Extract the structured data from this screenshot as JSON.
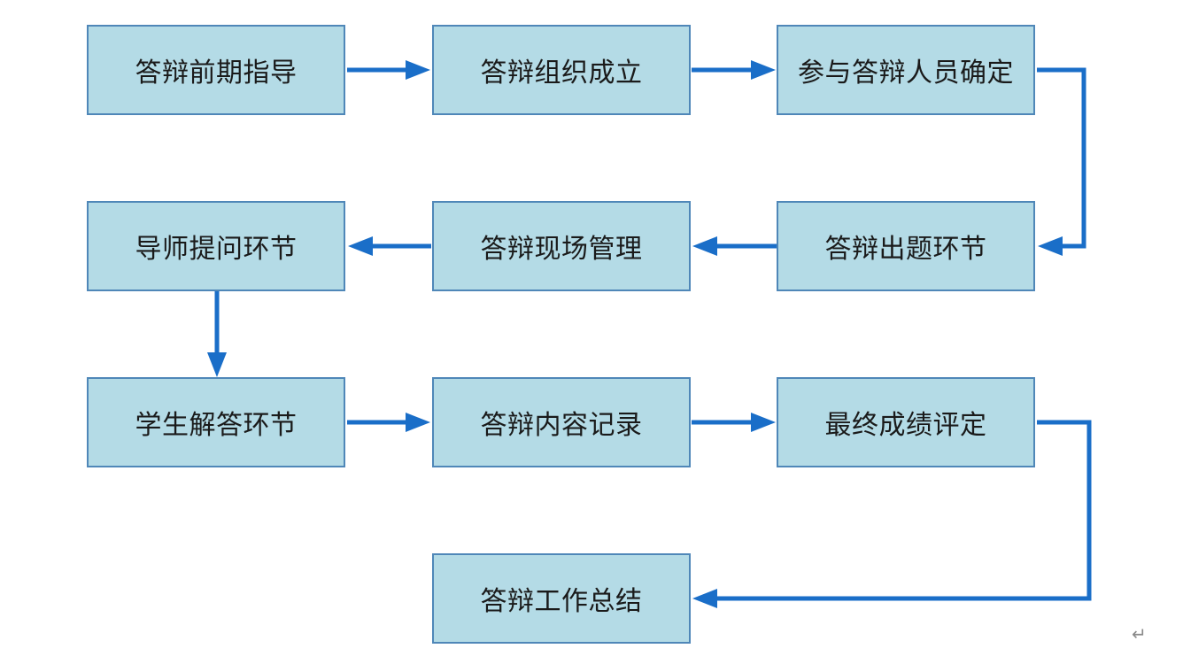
{
  "nodes": {
    "n1": "答辩前期指导",
    "n2": "答辩组织成立",
    "n3": "参与答辩人员确定",
    "n4": "答辩出题环节",
    "n5": "答辩现场管理",
    "n6": "导师提问环节",
    "n7": "学生解答环节",
    "n8": "答辩内容记录",
    "n9": "最终成绩评定",
    "n10": "答辩工作总结"
  },
  "edges": [
    [
      "n1",
      "n2"
    ],
    [
      "n2",
      "n3"
    ],
    [
      "n3",
      "n4"
    ],
    [
      "n4",
      "n5"
    ],
    [
      "n5",
      "n6"
    ],
    [
      "n6",
      "n7"
    ],
    [
      "n7",
      "n8"
    ],
    [
      "n8",
      "n9"
    ],
    [
      "n9",
      "n10"
    ]
  ],
  "colors": {
    "box_fill": "#b4dbe6",
    "box_border": "#4f87b8",
    "arrow": "#1a6ec8"
  },
  "return_mark_icon": "return-symbol-icon"
}
